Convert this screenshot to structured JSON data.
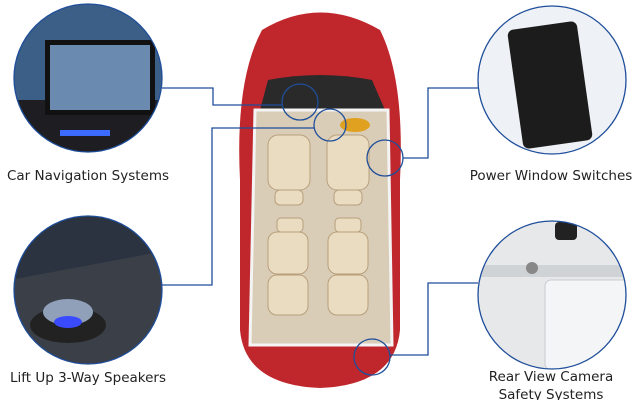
{
  "features": [
    {
      "label": "Car Navigation Systems"
    },
    {
      "label": "Lift Up 3-Way Speakers"
    },
    {
      "label": "Power Window Switches"
    },
    {
      "label_line1": "Rear View Camera",
      "label_line2": "Safety Systems"
    }
  ],
  "colors": {
    "line": "#1f4e9a",
    "car": "#c0272d",
    "interior": "#d9cdb8",
    "seat": "#eadcc0"
  }
}
